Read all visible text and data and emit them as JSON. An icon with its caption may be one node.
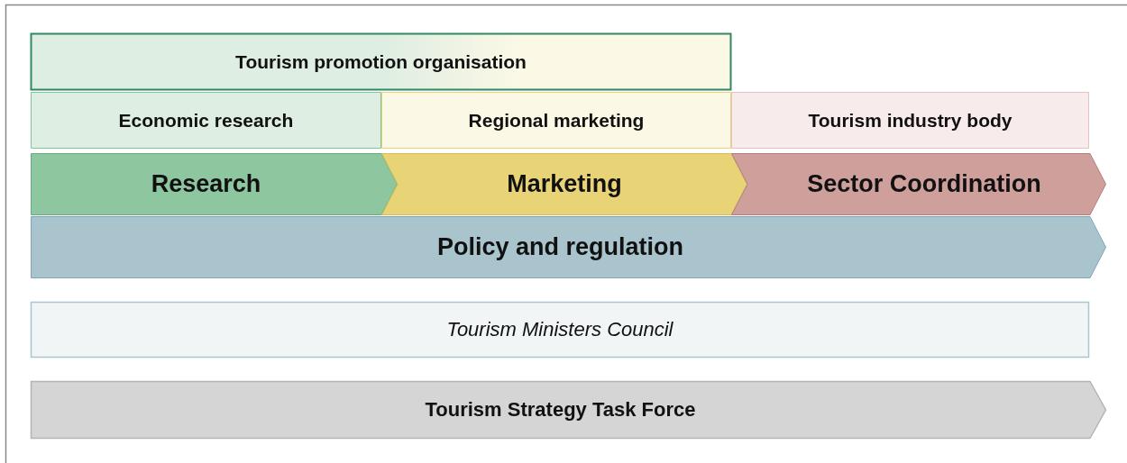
{
  "diagram": {
    "nodes": [
      {
        "text": [
          "Tourism promotion organisation"
        ]
      },
      {
        "text": [
          "Economic research"
        ]
      },
      {
        "text": [
          "Regional marketing"
        ]
      },
      {
        "text": [
          "Tourism industry body"
        ]
      },
      {
        "text": [
          "Research"
        ]
      },
      {
        "text": [
          "Marketing"
        ]
      },
      {
        "text": [
          "Sector Coordination"
        ]
      },
      {
        "text": [
          "Policy and regulation"
        ]
      },
      {
        "text": [
          "Tourism Ministers Council"
        ]
      },
      {
        "text": [
          "Tourism Strategy Task Force"
        ]
      }
    ]
  }
}
